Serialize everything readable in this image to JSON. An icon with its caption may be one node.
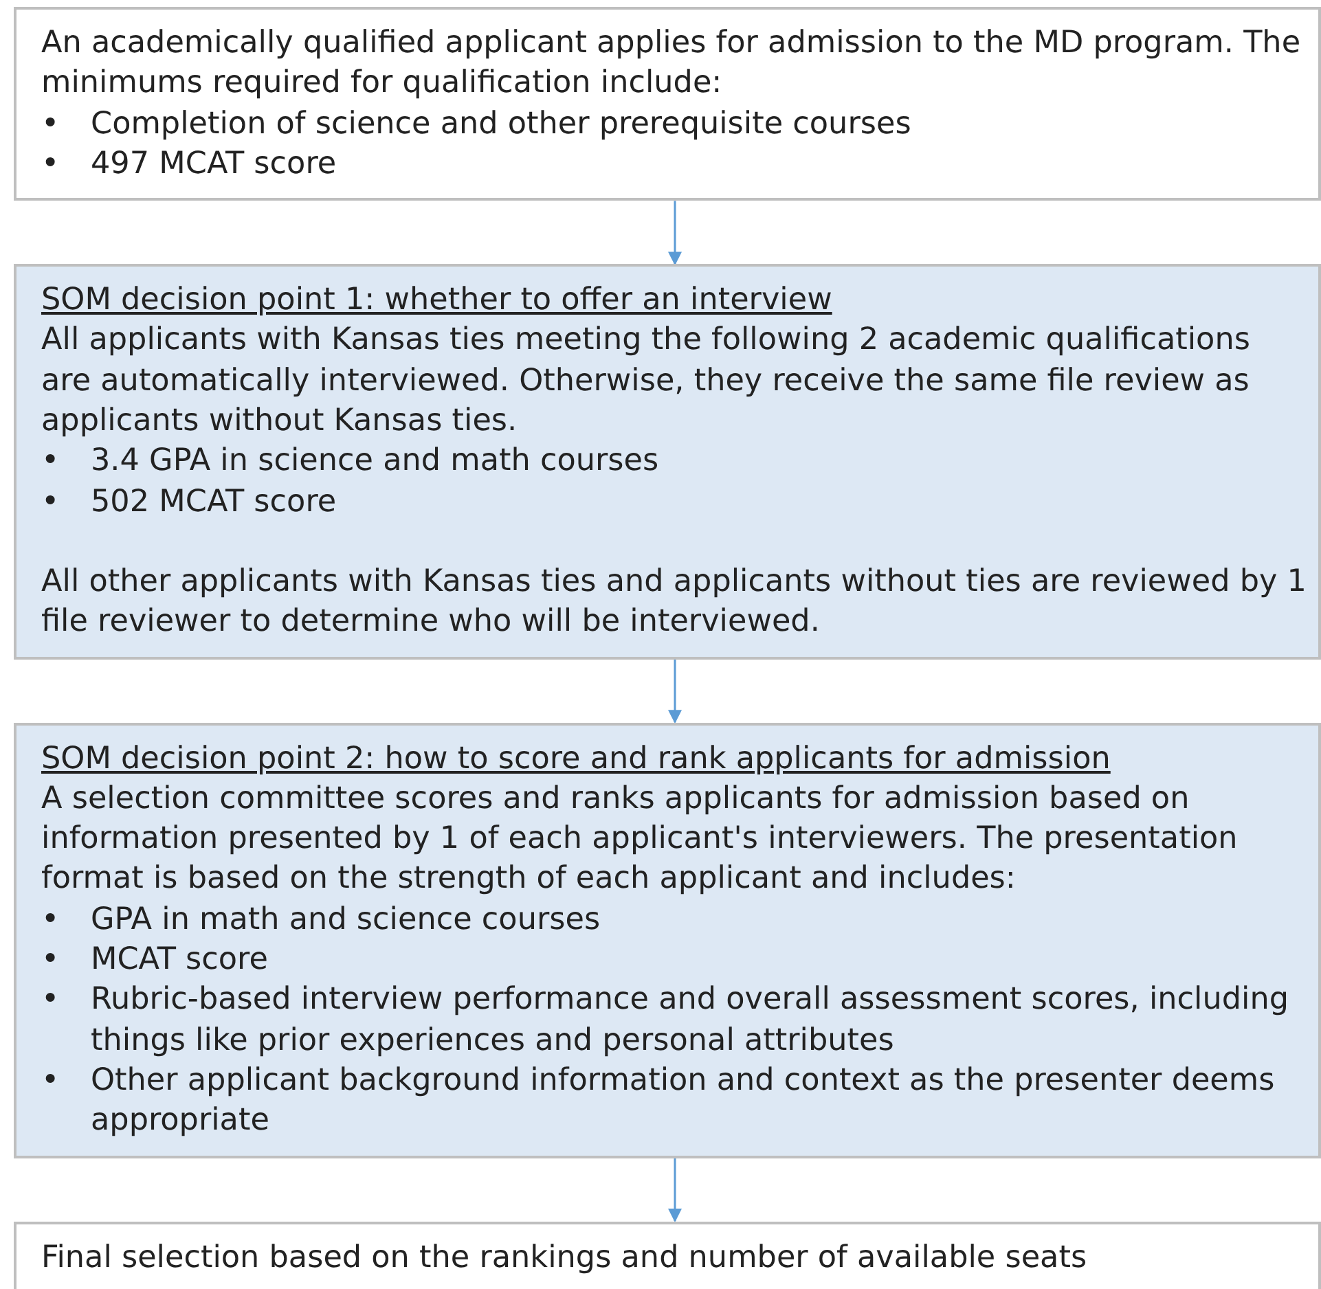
{
  "diagram": {
    "nodes": [
      {
        "text": [
          "An academically qualified applicant applies for admission to the MD program. The minimums required for qualification include:",
          "Completion of science and other prerequisite courses",
          "497 MCAT score"
        ]
      },
      {
        "text": [
          "SOM decision point 1: whether to offer an interview",
          "All applicants with Kansas ties meeting the following 2 academic qualifications are automatically interviewed. Otherwise, they receive the same file review as applicants without Kansas ties.",
          "3.4 GPA in science and math courses",
          "502 MCAT score",
          "All other applicants with Kansas ties and applicants without ties are reviewed by 1 file reviewer to determine who will be interviewed."
        ]
      },
      {
        "text": [
          "SOM decision point 2: how to score and rank applicants for admission",
          "A selection committee scores and ranks applicants for admission based on information presented by 1 of each applicant's interviewers. The presentation format is based on the strength of each applicant and includes:",
          "GPA in math and science courses",
          "MCAT score",
          "Rubric-based interview performance and overall assessment scores, including things like prior experiences and personal attributes",
          "Other applicant background information and context as the presenter deems appropriate"
        ]
      },
      {
        "text": [
          "Final selection based on the rankings and number of available seats"
        ]
      }
    ],
    "edges": [
      {
        "from": 0,
        "to": 1,
        "arrow": "to"
      },
      {
        "from": 1,
        "to": 2,
        "arrow": "to"
      },
      {
        "from": 2,
        "to": 3,
        "arrow": "to"
      }
    ],
    "labels": [
      "•",
      "•",
      "•",
      "•",
      "•",
      "•",
      "•",
      "•"
    ]
  }
}
